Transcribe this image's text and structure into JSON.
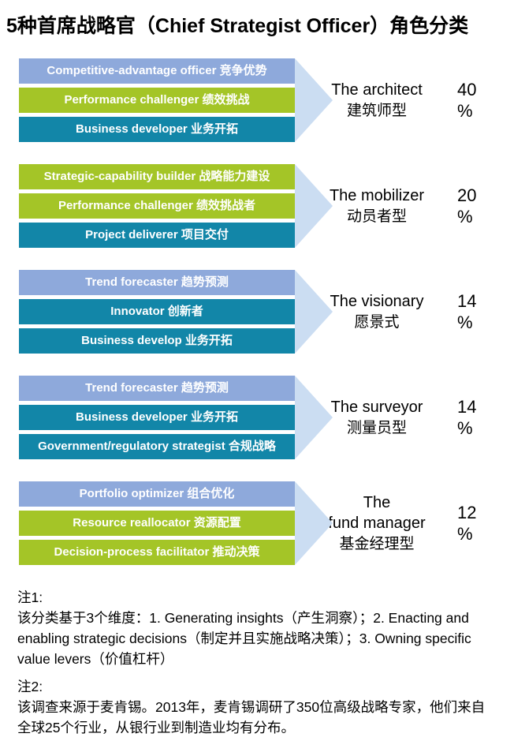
{
  "title": "5种首席战略官（Chief Strategist Officer）角色分类",
  "percent_sign": "%",
  "colors": {
    "periwinkle_blue": "#8EA9DB",
    "lime_green": "#A4C527",
    "teal": "#1286A8",
    "arrow_light_blue": "#CBDDF2"
  },
  "groups": [
    {
      "bars": [
        {
          "text": "Competitive-advantage officer 竞争优势",
          "color": "#8EA9DB"
        },
        {
          "text": "Performance challenger 绩效挑战",
          "color": "#A4C527"
        },
        {
          "text": "Business developer 业务开拓",
          "color": "#1286A8"
        }
      ],
      "role_en": "The architect",
      "role_zh": "建筑师型",
      "percent": "40"
    },
    {
      "bars": [
        {
          "text": "Strategic-capability builder 战略能力建设",
          "color": "#A4C527"
        },
        {
          "text": "Performance challenger 绩效挑战者",
          "color": "#A4C527"
        },
        {
          "text": "Project deliverer 项目交付",
          "color": "#1286A8"
        }
      ],
      "role_en": "The mobilizer",
      "role_zh": "动员者型",
      "percent": "20"
    },
    {
      "bars": [
        {
          "text": "Trend forecaster 趋势预测",
          "color": "#8EA9DB"
        },
        {
          "text": "Innovator 创新者",
          "color": "#1286A8"
        },
        {
          "text": "Business develop 业务开拓",
          "color": "#1286A8"
        }
      ],
      "role_en": "The visionary",
      "role_zh": "愿景式",
      "percent": "14"
    },
    {
      "bars": [
        {
          "text": "Trend forecaster 趋势预测",
          "color": "#8EA9DB"
        },
        {
          "text": "Business developer 业务开拓",
          "color": "#1286A8"
        },
        {
          "text": "Government/regulatory strategist 合规战略",
          "color": "#1286A8"
        }
      ],
      "role_en": "The surveyor",
      "role_zh": "测量员型",
      "percent": "14"
    },
    {
      "bars": [
        {
          "text": "Portfolio optimizer 组合优化",
          "color": "#8EA9DB"
        },
        {
          "text": "Resource reallocator 资源配置",
          "color": "#A4C527"
        },
        {
          "text": "Decision-process facilitator 推动决策",
          "color": "#A4C527"
        }
      ],
      "role_en": "The\nfund manager",
      "role_zh": "基金经理型",
      "percent": "12"
    }
  ],
  "notes": [
    {
      "label": "注1:",
      "body": "该分类基于3个维度：1. Generating insights（产生洞察）；2. Enacting and enabling strategic decisions（制定并且实施战略决策）；3. Owning specific value levers（价值杠杆）"
    },
    {
      "label": "注2:",
      "body": "该调查来源于麦肯锡。2013年，麦肯锡调研了350位高级战略专家，他们来自全球25个行业，从银行业到制造业均有分布。"
    }
  ]
}
